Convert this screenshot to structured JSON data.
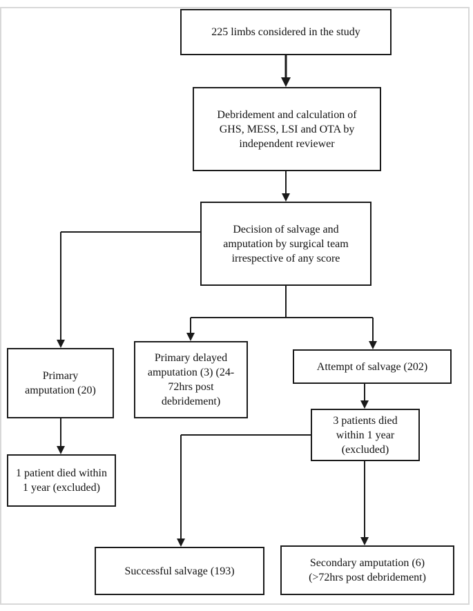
{
  "nodes": {
    "limbs": "225 limbs considered in the study",
    "debridement": "Debridement and calculation of GHS, MESS, LSI and OTA by independent reviewer",
    "decision": "Decision of salvage and amputation by surgical team irrespective of any score",
    "primary_amputation": "Primary amputation (20)",
    "primary_delayed": "Primary delayed amputation (3) (24-72hrs post debridement)",
    "attempt_salvage": "Attempt of salvage (202)",
    "patient_died": "1 patient died within 1 year (excluded)",
    "three_died": "3 patients died within 1 year (excluded)",
    "successful_salvage": "Successful salvage (193)",
    "secondary_amputation": "Secondary amputation (6) (>72hrs post debridement)"
  }
}
